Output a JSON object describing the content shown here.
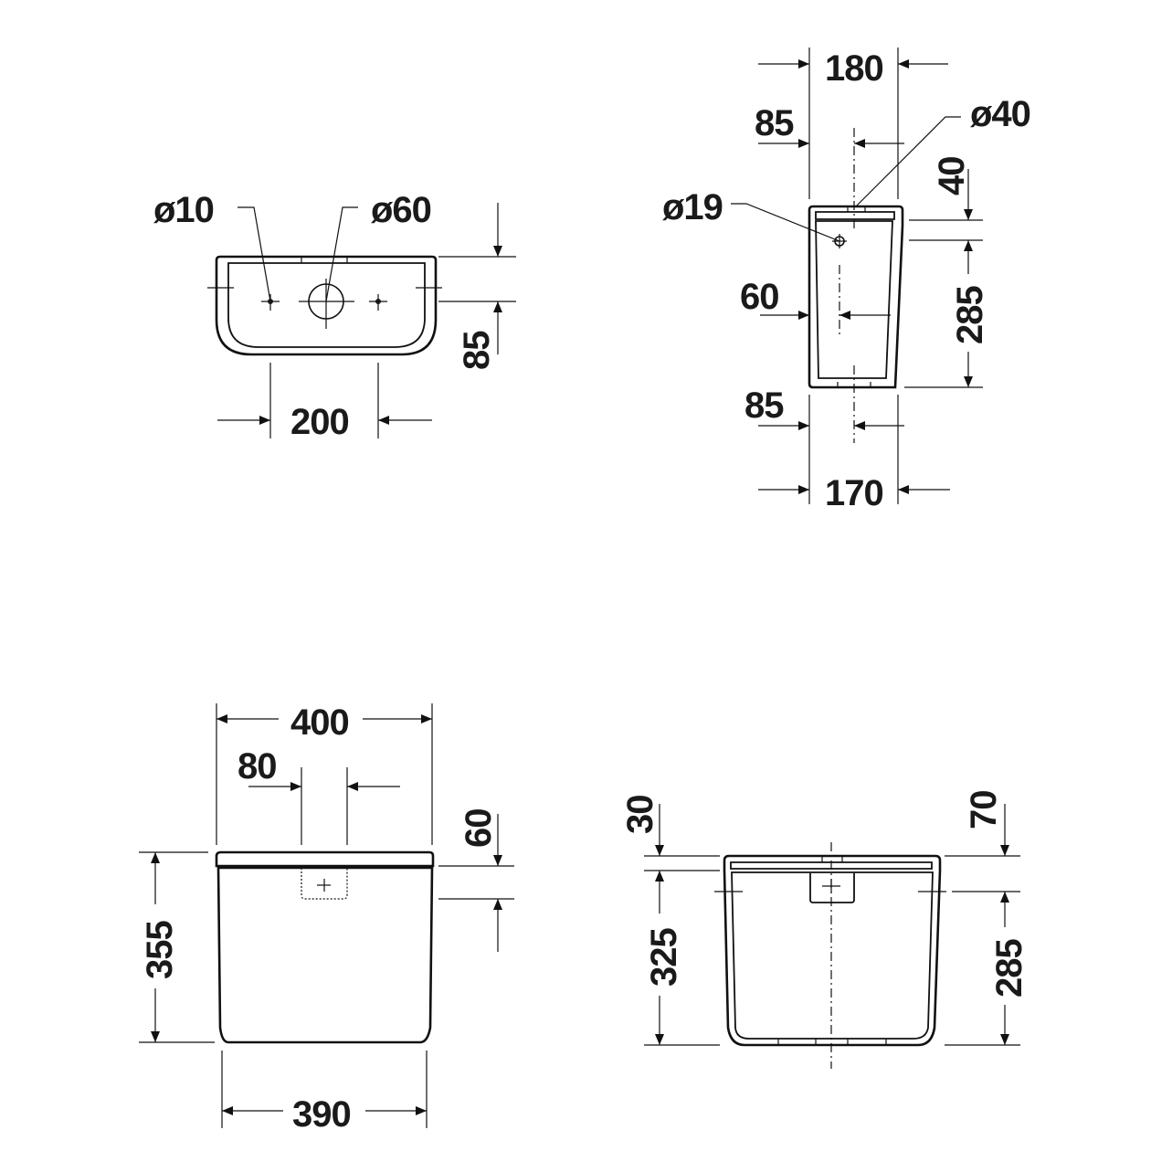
{
  "drawing": {
    "title": "Cistern technical dimension drawing",
    "views": {
      "top_view": {
        "labels": {
          "hole_small": "ø10",
          "hole_large": "ø60",
          "hole_spacing": "200",
          "hole_offset": "85"
        }
      },
      "side_view": {
        "labels": {
          "top_depth": "180",
          "top_offset": "85",
          "flush_hole": "ø40",
          "inlet_hole": "ø19",
          "lid_height": "40",
          "inlet_height": "285",
          "inlet_offset": "60",
          "bottom_offset": "85",
          "bottom_depth": "170"
        }
      },
      "front_view": {
        "labels": {
          "overall_width": "400",
          "button_width": "80",
          "button_height": "60",
          "overall_height": "355",
          "base_width": "390"
        }
      },
      "rear_view": {
        "labels": {
          "lid_thickness": "30",
          "body_height": "325",
          "fixing_from_top": "70",
          "fixing_height": "285"
        }
      }
    }
  }
}
